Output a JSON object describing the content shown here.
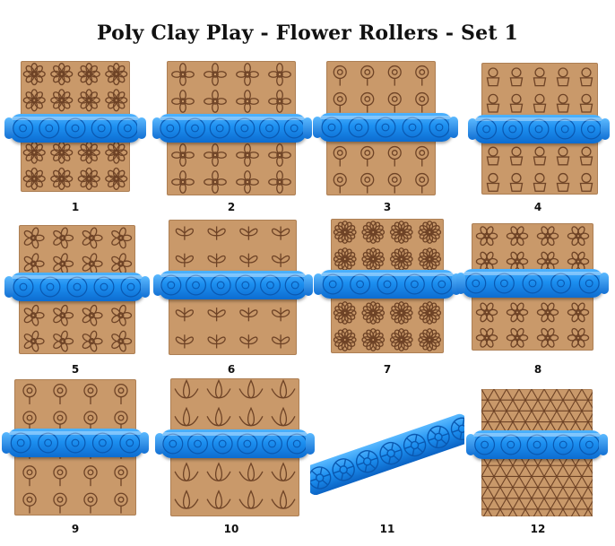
{
  "title": "Poly Clay Play - Flower Rollers - Set 1",
  "colors": {
    "clay": "#c9996a",
    "clay_line": "#6e4326",
    "roller": "#1c8ff0"
  },
  "items": [
    {
      "label": "1",
      "pattern": "daisy"
    },
    {
      "label": "2",
      "pattern": "quatrefoil"
    },
    {
      "label": "3",
      "pattern": "stem-flower"
    },
    {
      "label": "4",
      "pattern": "potted-flower"
    },
    {
      "label": "5",
      "pattern": "rosette"
    },
    {
      "label": "6",
      "pattern": "butterfly"
    },
    {
      "label": "7",
      "pattern": "sunflower"
    },
    {
      "label": "8",
      "pattern": "hex-flower"
    },
    {
      "label": "9",
      "pattern": "round-flower"
    },
    {
      "label": "10",
      "pattern": "lotus"
    },
    {
      "label": "11",
      "pattern": "roller-only"
    },
    {
      "label": "12",
      "pattern": "triangle-lattice"
    }
  ]
}
